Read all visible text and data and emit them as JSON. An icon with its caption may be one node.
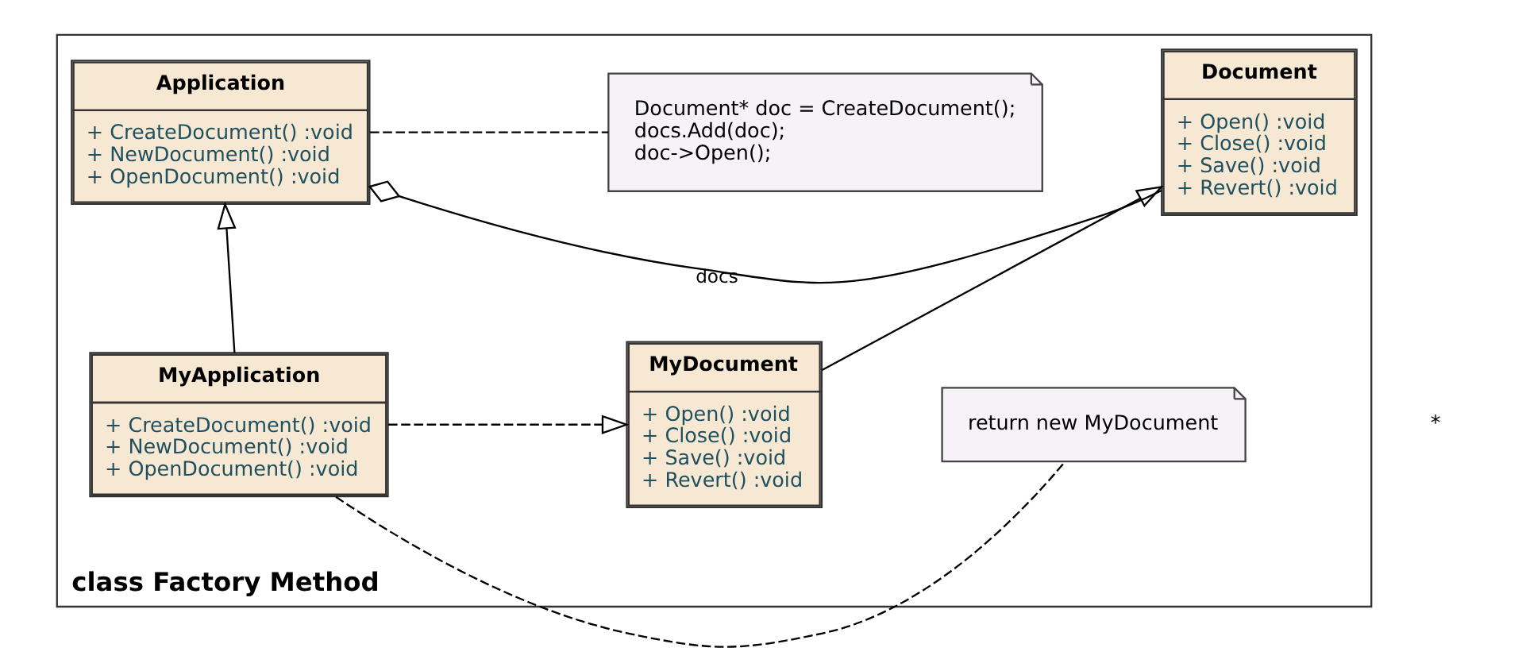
{
  "diagram": {
    "nodes": [
      {
        "text": [
          "class Factory Method"
        ]
      },
      {
        "text": [
          "Document",
          "+ Open() :void",
          "+ Close() :void",
          "+ Save() :void",
          "+ Revert() :void"
        ],
        "in": 0
      },
      {
        "text": [
          "Application",
          "+ CreateDocument() :void",
          "+ NewDocument() :void",
          "+ OpenDocument() :void"
        ],
        "in": 0
      },
      {
        "text": [
          "Document* doc = CreateDocument();",
          "docs.Add(doc);",
          "doc->Open();"
        ],
        "in": 0
      },
      {
        "text": [
          "MyDocument",
          "+ Open() :void",
          "+ Close() :void",
          "+ Save() :void",
          "+ Revert() :void"
        ],
        "in": 0
      },
      {
        "text": [
          "MyApplication",
          "+ CreateDocument() :void",
          "+ NewDocument() :void",
          "+ OpenDocument() :void"
        ],
        "in": 0
      },
      {
        "text": [
          "return new MyDocument"
        ],
        "in": 0
      }
    ],
    "edges": [
      {
        "from": 1,
        "to": 2,
        "arrow": "other",
        "label": "docs"
      },
      {
        "from": 2,
        "to": 3,
        "arrow": "none",
        "style": "dashed"
      },
      {
        "from": 4,
        "to": 1,
        "arrow": "to"
      },
      {
        "from": 5,
        "to": 2,
        "arrow": "to"
      },
      {
        "from": 5,
        "to": 4,
        "arrow": "to",
        "style": "dashed"
      },
      {
        "from": 5,
        "to": 6,
        "arrow": "none",
        "style": "dashed"
      }
    ],
    "labels": [
      "*"
    ]
  }
}
